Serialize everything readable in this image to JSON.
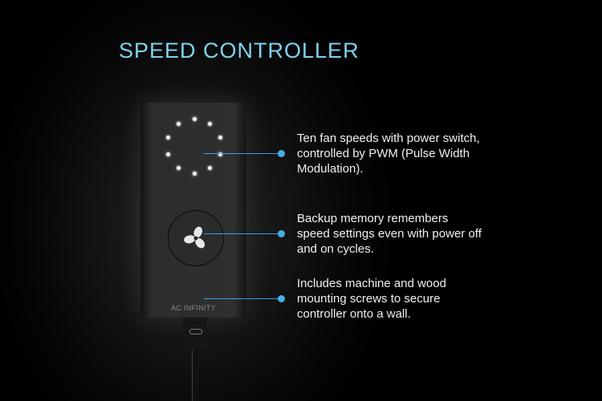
{
  "title": "SPEED CONTROLLER",
  "device": {
    "brand": "AC INFINITY",
    "speed_levels": 10,
    "power_icon": "fan-icon"
  },
  "features": [
    {
      "text": "Ten fan speeds with power switch, controlled by PWM (Pulse Width Modulation)."
    },
    {
      "text": "Backup memory remembers speed settings even with power off and on cycles."
    },
    {
      "text": "Includes machine and wood mounting screws to secure controller onto a wall."
    }
  ],
  "colors": {
    "accent": "#7fd3f0",
    "callout": "#48aee6"
  }
}
